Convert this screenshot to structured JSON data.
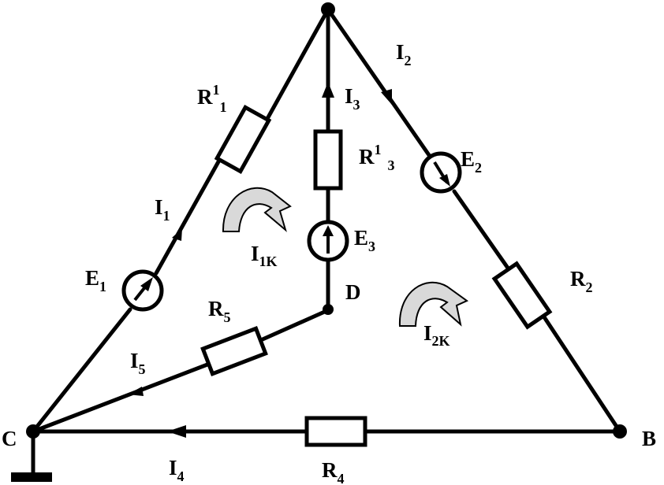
{
  "diagram": {
    "nodes": {
      "top": "",
      "c": "C",
      "b": "B",
      "d": "D"
    },
    "resistors": {
      "r1": {
        "base": "R",
        "sup": "1",
        "sub": "1"
      },
      "r3": {
        "base": "R",
        "sup": "1",
        "sub": "3"
      },
      "r2": {
        "base": "R",
        "sub": "2"
      },
      "r4": {
        "base": "R",
        "sub": "4"
      },
      "r5": {
        "base": "R",
        "sub": "5"
      }
    },
    "sources": {
      "e1": {
        "base": "E",
        "sub": "1"
      },
      "e2": {
        "base": "E",
        "sub": "2"
      },
      "e3": {
        "base": "E",
        "sub": "3"
      }
    },
    "currents": {
      "i1": {
        "base": "I",
        "sub": "1"
      },
      "i2": {
        "base": "I",
        "sub": "2"
      },
      "i3": {
        "base": "I",
        "sub": "3"
      },
      "i4": {
        "base": "I",
        "sub": "4"
      },
      "i5": {
        "base": "I",
        "sub": "5"
      }
    },
    "loops": {
      "i1k": {
        "base": "I",
        "sub": "1K"
      },
      "i2k": {
        "base": "I",
        "sub": "2K"
      }
    }
  }
}
